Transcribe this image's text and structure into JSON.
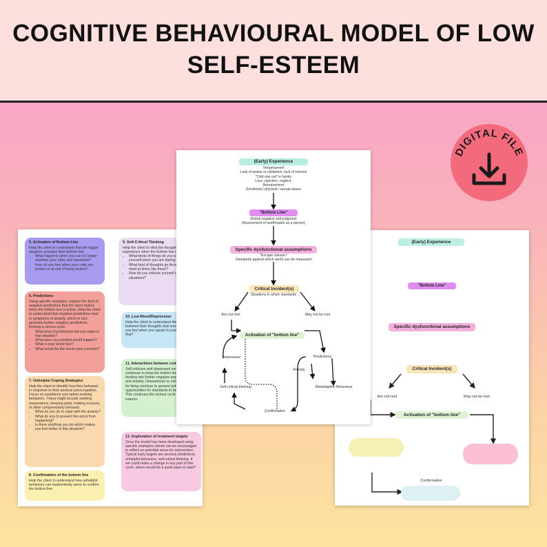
{
  "header": {
    "title_line1": "COGNITIVE BEHAVIOURAL MODEL OF LOW",
    "title_line2": "SELF-ESTEEM"
  },
  "badge": {
    "label": "DIGITAL FILE",
    "icon": "download-icon",
    "color": "#f26a7c"
  },
  "left_page": {
    "cards": [
      {
        "title": "5. Activation of Bottom Line",
        "text": "Help the client to understand that the trigger situation activates their bottom line.",
        "bullets": [
          "What happens when you can no longer maintain your rules and standards?",
          "How do you feel when your rules are broken or at risk of being broken?"
        ]
      },
      {
        "title": "6. Predictions",
        "text": "Using specific examples, explore the kind of negative predictions that the client makes when the bottom line is active. Help the client to understand that negative predictions lead to symptoms of anxiety, which in turn generate further negative predictions, forming a vicious cycle.",
        "bullets": [
          "What kind of predictions did you make in that situation?",
          "What were you worried would happen?",
          "What is your worst fear?",
          "What would be the worst-case scenario?"
        ]
      },
      {
        "title": "7. Unhelpful Coping Strategies",
        "text": "Help the client to identify how they behaved in response to their anxious preoccupation. Focus on avoidance and safety-seeking behaviors. These might include seeking reassurance, keeping quiet, making excuses, or other compensatory behavior.",
        "bullets": [
          "What do you do to cope with the anxiety?",
          "What do you to prevent the worst from happening?",
          "Is there anything you do which makes you feel better in this situation?"
        ]
      },
      {
        "title": "8. Confirmation of the bottom line",
        "text": "Help the client to understand how unhelpful behaviors can inadvertently serve to confirm the bottom line.",
        "bullets": []
      },
      {
        "title": "9. Self-Critical Thinking",
        "text": "Help the client to elicit the thoughts they experience when the bottom line is active.",
        "bullets": [
          "What kinds of things do you say to yourself when you are feeling ...?",
          "What kind of thoughts go through your mind at times like these?",
          "How do you criticize yourself in these situations?"
        ]
      },
      {
        "title": "10. Low Mood/Depression",
        "text": "Help the client to understand the link between their thoughts and mood. How do you feel when you speak to yourself like that?",
        "bullets": []
      },
      {
        "title": "11. Interactions between components",
        "text": "Self-criticism and depressed mood continues to keep the bottom line active, feeding into further negative predictions and anxiety. Unexamined or unhelpful rules for living continue to present potential opportunities for standards to be broken. This continues the vicious cycle of low self-esteem.",
        "bullets": []
      },
      {
        "title": "12. Exploration of treatment targets",
        "text": "Once the model has been developed using specific examples clients can be encouraged to reflect on potential areas for intervention. Typical early targets are anxious predictions, unhelpful behaviors, self-critical thinking. If we could make a change in any part of this cycle, where would be a good place to start?",
        "bullets": []
      }
    ]
  },
  "middle_page": {
    "early_experience": "(Early) Experience",
    "early_items": [
      "Temperament",
      "Lack of praise or validation, lack of interest",
      "\"Odd one out\" in family",
      "Loss, rejection, neglect,",
      "Bereavement",
      "Emotional / physical / sexual abuse"
    ],
    "bottom_line": "\"Bottom Line\"",
    "bottom_items": [
      "Global negative self-judgment",
      "(Assessment of worth/value as a person)"
    ],
    "assumptions": "Specific dysfunctional assumptions",
    "assumption_items": [
      "\"Escape clauses\"",
      "Standards against which worth can be measured"
    ],
    "incident": "Critical Incident(s)",
    "incident_note": "Situations in which standards",
    "are_not_met": "Are not met",
    "may_not_be_met": "May not be met",
    "activation": "Activation of \"bottom line\"",
    "depression": "Depression",
    "self_critical": "Self-critical thinking",
    "predictions": "Predictions",
    "anxiety": "Anxiety",
    "maladaptive": "Maladaptive Behaviour",
    "confirmation": "Confirmation"
  },
  "right_page": {
    "early_experience": "(Early) Experience",
    "bottom_line": "\"Bottom Line\"",
    "assumptions": "Specific dysfunctional assumptions",
    "incident": "Critical Incident(s)",
    "are_not_met": "Are not met",
    "may_not_be_met": "May not be met",
    "activation": "Activation of \"bottom line\"",
    "confirmation": "Confirmation"
  }
}
